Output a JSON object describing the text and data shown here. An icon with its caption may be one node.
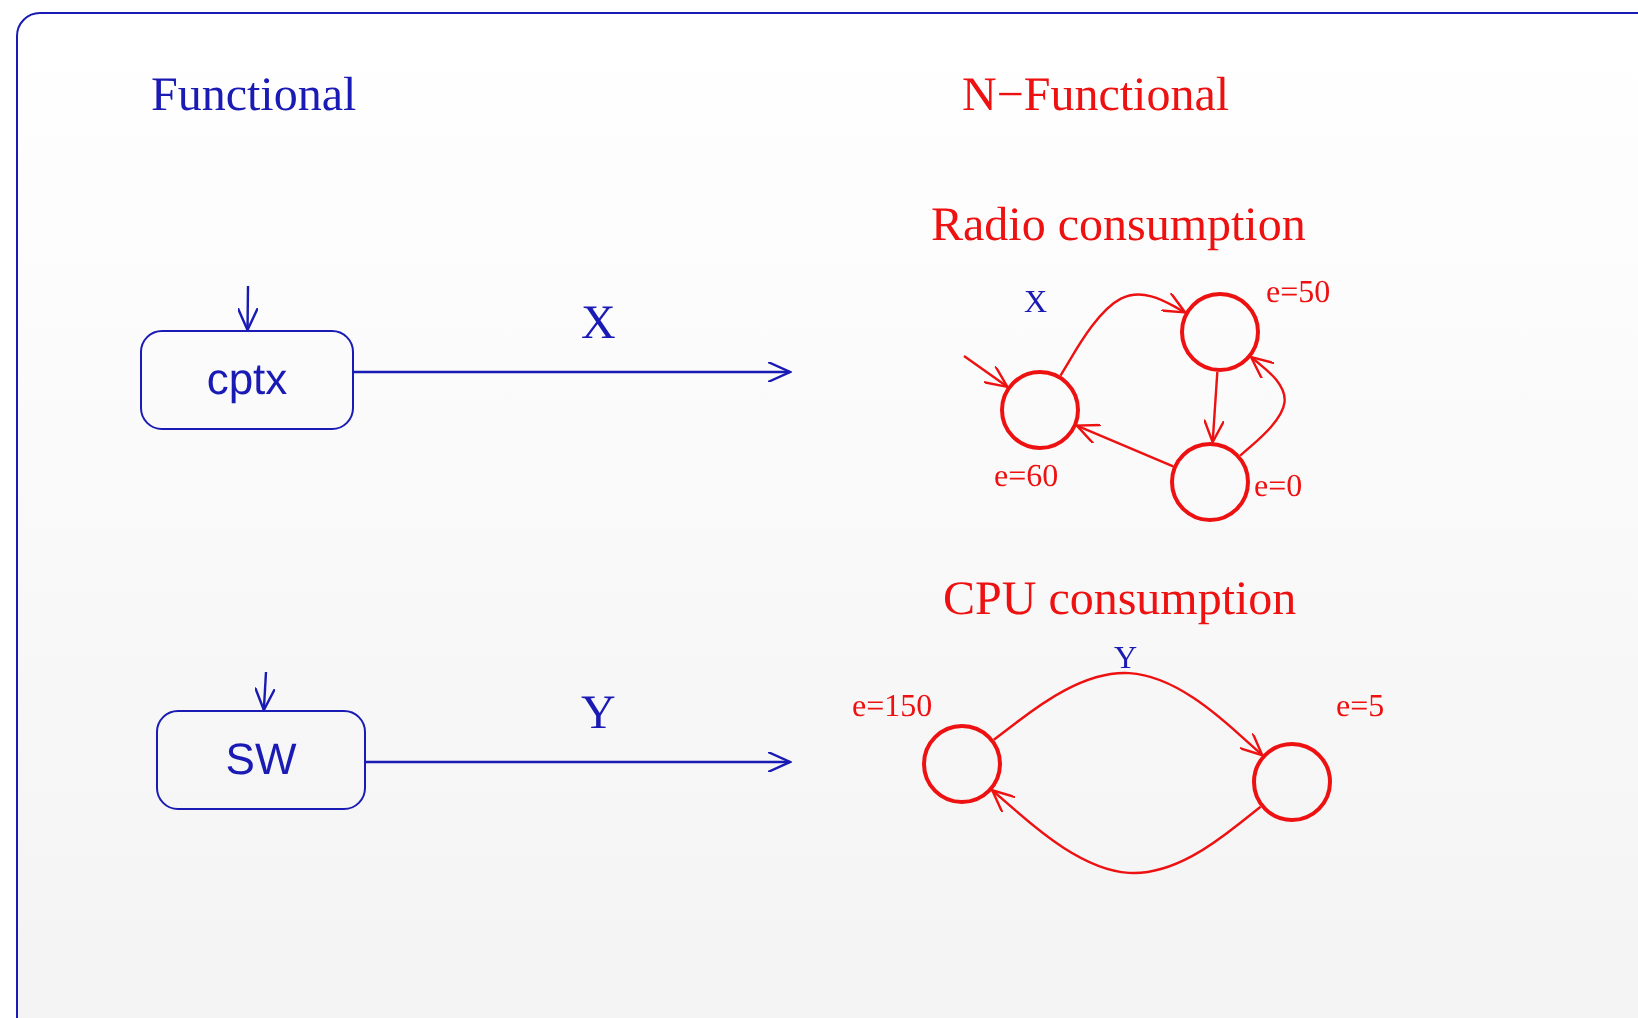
{
  "diagram": {
    "nodes": [
      {
        "text": [
          "cptx"
        ]
      },
      {
        "text": [
          "SW"
        ]
      },
      {
        "text": [],
        "shape": "circle",
        "beside": [
          "e=60"
        ]
      },
      {
        "text": [],
        "shape": "circle",
        "beside": [
          "e=50"
        ]
      },
      {
        "text": [],
        "shape": "circle",
        "beside": [
          "e=0"
        ]
      },
      {
        "text": [],
        "shape": "circle",
        "beside": [
          "e=150"
        ]
      },
      {
        "text": [],
        "shape": "circle",
        "beside": [
          "e=5"
        ]
      }
    ],
    "edges": [
      {
        "from": null,
        "to": 0,
        "arrow": "to",
        "color": "#1a1ab4"
      },
      {
        "from": null,
        "to": 1,
        "arrow": "to",
        "color": "#1a1ab4"
      },
      {
        "from": 0,
        "to": null,
        "arrow": "to",
        "label": "X",
        "color": "#1a1ab4"
      },
      {
        "from": 1,
        "to": null,
        "arrow": "to",
        "label": "Y",
        "color": "#1a1ab4"
      },
      {
        "from": null,
        "to": 2,
        "arrow": "to"
      },
      {
        "from": 2,
        "to": 3,
        "arrow": "to",
        "label": "X"
      },
      {
        "from": 3,
        "to": 4,
        "arrow": "to"
      },
      {
        "from": 4,
        "to": 3,
        "arrow": "to"
      },
      {
        "from": 4,
        "to": 2,
        "arrow": "to"
      },
      {
        "from": 5,
        "to": 6,
        "arrow": "to",
        "label": "Y"
      },
      {
        "from": 6,
        "to": 5,
        "arrow": "to"
      }
    ],
    "labels": [
      "Functional",
      "N−Functional",
      "Radio consumption",
      "CPU consumption"
    ]
  }
}
